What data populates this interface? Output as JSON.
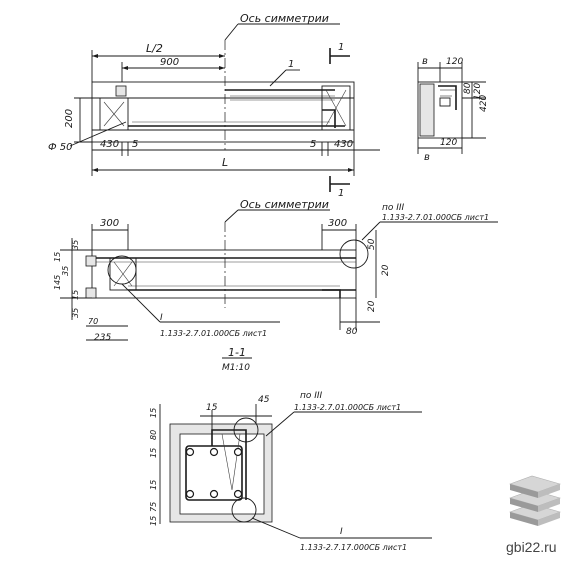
{
  "top_view": {
    "axis_label": "Ось симметрии",
    "half_length": "L/2",
    "dim_900": "900",
    "callout_1": "1",
    "section_mark_top": "1",
    "section_mark_bottom": "1",
    "dim_200": "200",
    "phi_50": "Ф 50",
    "dim_430_left": "430",
    "dim_5_left": "5",
    "dim_5_right": "5",
    "dim_430_right": "430",
    "length": "L"
  },
  "side_view": {
    "dim_b_top": "в",
    "dim_120_top": "120",
    "dim_80": "80",
    "dim_120_side": "120",
    "dim_420": "420",
    "dim_120_bottom": "120",
    "dim_b_bottom": "в"
  },
  "mid_view": {
    "axis_label": "Ось симметрии",
    "dim_300_left": "300",
    "dim_300_right": "300",
    "ref_III_title": "по III",
    "ref_III_doc": "1.133-2.7.01.000СБ лист1",
    "dim_50": "50",
    "dim_35_top": "35",
    "dim_15_a": "15",
    "dim_145": "145",
    "dim_35_b": "35",
    "dim_15_b": "15",
    "dim_20_right": "20",
    "dim_35_bottom": "35",
    "dim_70": "70",
    "dim_235": "235",
    "dim_20_bottom": "20",
    "dim_80": "80",
    "ref_I_title": "I",
    "ref_I_doc": "1.133-2.7.01.000СБ лист1",
    "section_title": "1-1",
    "section_scale": "М1:10"
  },
  "section_view": {
    "dim_15_top": "15",
    "dim_45": "45",
    "ref_III_title": "по III",
    "ref_III_doc": "1.133-2.7.01.000СБ лист1",
    "dim_15_a": "15",
    "dim_80": "80",
    "dim_15_b": "15",
    "dim_15_c": "15",
    "dim_75": "75",
    "dim_15_d": "15",
    "ref_I_title": "I",
    "ref_I_doc": "1.133-2.7.17.000СБ лист1"
  },
  "watermark": {
    "site": "gbi22.ru"
  }
}
